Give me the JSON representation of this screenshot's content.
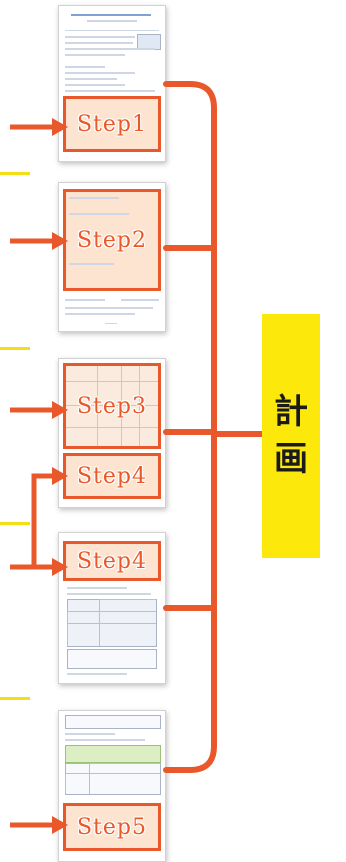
{
  "steps": {
    "step1": "Step1",
    "step2": "Step2",
    "step3": "Step3",
    "step4a": "Step4",
    "step4b": "Step4",
    "step5": "Step5"
  },
  "plan_label": [
    "計",
    "画"
  ],
  "colors": {
    "accent": "#e8582b",
    "plan_box": "#fde80b",
    "separator": "#f4df16"
  }
}
